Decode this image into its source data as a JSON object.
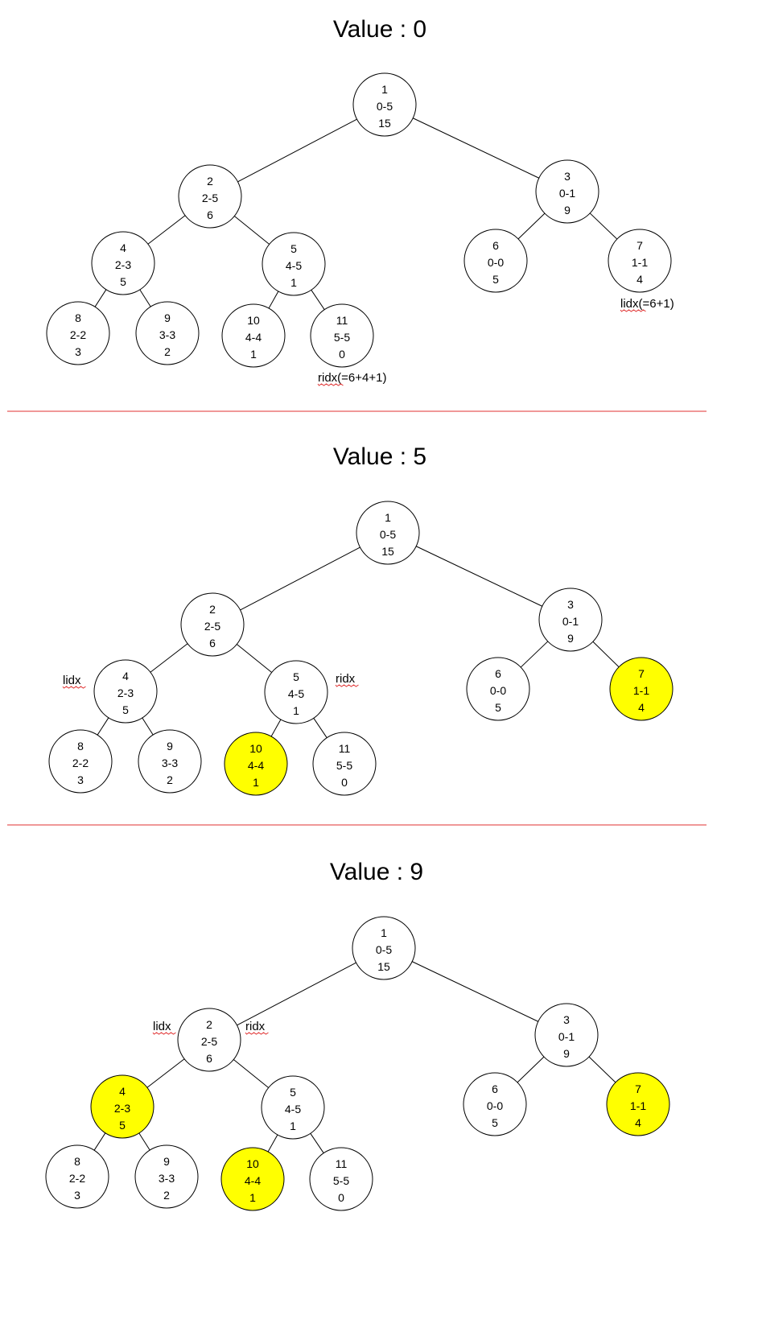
{
  "colors": {
    "highlight": "#ffff00",
    "node_fill": "#ffffff",
    "separator": "#e03030"
  },
  "panels": [
    {
      "title": "Value : 0",
      "nodes": [
        {
          "id": 1,
          "range": "0-5",
          "sum": "15",
          "highlighted": false
        },
        {
          "id": 2,
          "range": "2-5",
          "sum": "6",
          "highlighted": false
        },
        {
          "id": 3,
          "range": "0-1",
          "sum": "9",
          "highlighted": false
        },
        {
          "id": 4,
          "range": "2-3",
          "sum": "5",
          "highlighted": false
        },
        {
          "id": 5,
          "range": "4-5",
          "sum": "1",
          "highlighted": false
        },
        {
          "id": 6,
          "range": "0-0",
          "sum": "5",
          "highlighted": false
        },
        {
          "id": 7,
          "range": "1-1",
          "sum": "4",
          "highlighted": false
        },
        {
          "id": 8,
          "range": "2-2",
          "sum": "3",
          "highlighted": false
        },
        {
          "id": 9,
          "range": "3-3",
          "sum": "2",
          "highlighted": false
        },
        {
          "id": 10,
          "range": "4-4",
          "sum": "1",
          "highlighted": false
        },
        {
          "id": 11,
          "range": "5-5",
          "sum": "0",
          "highlighted": false
        }
      ],
      "annotations": [
        {
          "text": "lidx(=6+1)",
          "underline_part": "lidx"
        },
        {
          "text": "ridx(=6+4+1)",
          "underline_part": "ridx"
        }
      ]
    },
    {
      "title": "Value : 5",
      "nodes": [
        {
          "id": 1,
          "range": "0-5",
          "sum": "15",
          "highlighted": false
        },
        {
          "id": 2,
          "range": "2-5",
          "sum": "6",
          "highlighted": false
        },
        {
          "id": 3,
          "range": "0-1",
          "sum": "9",
          "highlighted": false
        },
        {
          "id": 4,
          "range": "2-3",
          "sum": "5",
          "highlighted": false
        },
        {
          "id": 5,
          "range": "4-5",
          "sum": "1",
          "highlighted": false
        },
        {
          "id": 6,
          "range": "0-0",
          "sum": "5",
          "highlighted": false
        },
        {
          "id": 7,
          "range": "1-1",
          "sum": "4",
          "highlighted": true
        },
        {
          "id": 8,
          "range": "2-2",
          "sum": "3",
          "highlighted": false
        },
        {
          "id": 9,
          "range": "3-3",
          "sum": "2",
          "highlighted": false
        },
        {
          "id": 10,
          "range": "4-4",
          "sum": "1",
          "highlighted": true
        },
        {
          "id": 11,
          "range": "5-5",
          "sum": "0",
          "highlighted": false
        }
      ],
      "annotations": [
        {
          "text": "lidx",
          "underline_part": "lidx"
        },
        {
          "text": "ridx",
          "underline_part": "ridx"
        }
      ]
    },
    {
      "title": "Value : 9",
      "nodes": [
        {
          "id": 1,
          "range": "0-5",
          "sum": "15",
          "highlighted": false
        },
        {
          "id": 2,
          "range": "2-5",
          "sum": "6",
          "highlighted": false
        },
        {
          "id": 3,
          "range": "0-1",
          "sum": "9",
          "highlighted": false
        },
        {
          "id": 4,
          "range": "2-3",
          "sum": "5",
          "highlighted": true
        },
        {
          "id": 5,
          "range": "4-5",
          "sum": "1",
          "highlighted": false
        },
        {
          "id": 6,
          "range": "0-0",
          "sum": "5",
          "highlighted": false
        },
        {
          "id": 7,
          "range": "1-1",
          "sum": "4",
          "highlighted": true
        },
        {
          "id": 8,
          "range": "2-2",
          "sum": "3",
          "highlighted": false
        },
        {
          "id": 9,
          "range": "3-3",
          "sum": "2",
          "highlighted": false
        },
        {
          "id": 10,
          "range": "4-4",
          "sum": "1",
          "highlighted": true
        },
        {
          "id": 11,
          "range": "5-5",
          "sum": "0",
          "highlighted": false
        }
      ],
      "annotations": [
        {
          "text": "lidx",
          "underline_part": "lidx"
        },
        {
          "text": "ridx",
          "underline_part": "ridx"
        }
      ]
    }
  ]
}
